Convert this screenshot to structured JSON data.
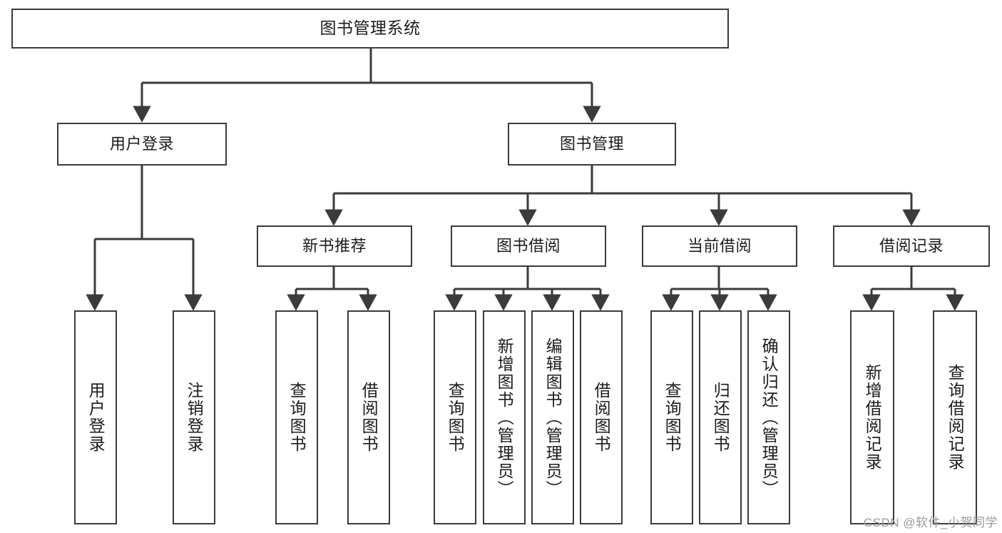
{
  "diagram": {
    "type": "tree-hierarchy",
    "title": "图书管理系统",
    "watermark": "CSDN @软件_小贺同学",
    "stroke_color": "#3b3b3b",
    "fill_color": "#ffffff",
    "text_color": "#1c1c1c",
    "watermark_color": "#9a9a9a"
  },
  "nodes": {
    "root": {
      "label": "图书管理系统"
    },
    "level1": [
      {
        "id": "user-login",
        "label": "用户登录"
      },
      {
        "id": "book-management",
        "label": "图书管理"
      }
    ],
    "level2": [
      {
        "id": "new-book-recommend",
        "label": "新书推荐"
      },
      {
        "id": "book-borrow",
        "label": "图书借阅"
      },
      {
        "id": "current-borrow",
        "label": "当前借阅"
      },
      {
        "id": "borrow-record",
        "label": "借阅记录"
      }
    ],
    "leaves": {
      "user_login": [
        {
          "id": "leaf-user-login",
          "label": "用户登录"
        },
        {
          "id": "leaf-logout-login",
          "label": "注销登录"
        }
      ],
      "new_book_recommend": [
        {
          "id": "leaf-query-book-1",
          "label": "查询图书"
        },
        {
          "id": "leaf-borrow-book-1",
          "label": "借阅图书"
        }
      ],
      "book_borrow": [
        {
          "id": "leaf-query-book-2",
          "label": "查询图书"
        },
        {
          "id": "leaf-add-book",
          "label": "新增图书（管理员）"
        },
        {
          "id": "leaf-edit-book",
          "label": "编辑图书（管理员）"
        },
        {
          "id": "leaf-borrow-book-2",
          "label": "借阅图书"
        }
      ],
      "current_borrow": [
        {
          "id": "leaf-query-book-3",
          "label": "查询图书"
        },
        {
          "id": "leaf-return-book",
          "label": "归还图书"
        },
        {
          "id": "leaf-confirm-return",
          "label": "确认归还（管理员）"
        }
      ],
      "borrow_record": [
        {
          "id": "leaf-add-record",
          "label": "新增借阅记录"
        },
        {
          "id": "leaf-query-record",
          "label": "查询借阅记录"
        }
      ]
    }
  }
}
